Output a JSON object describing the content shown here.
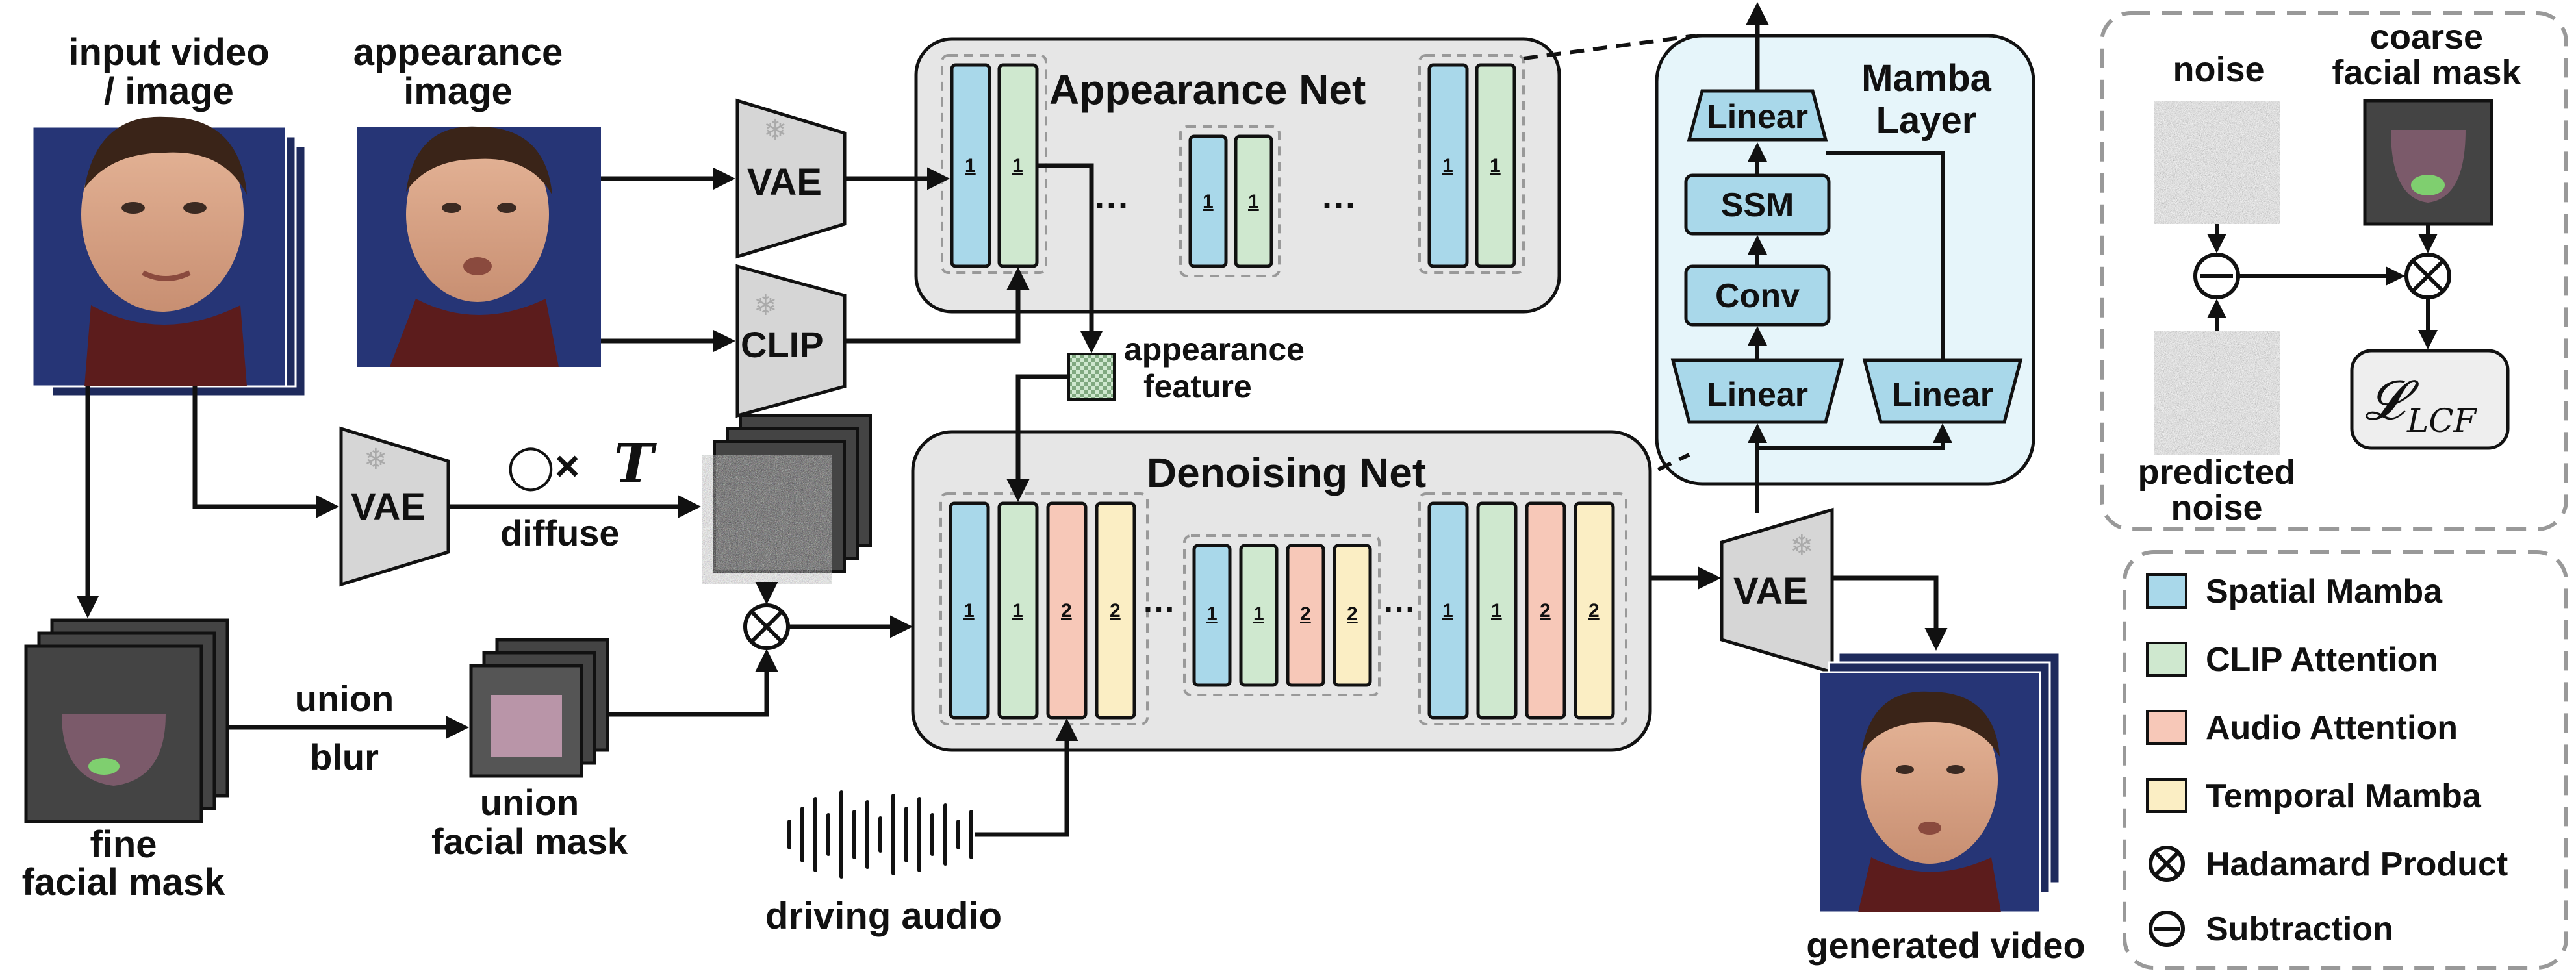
{
  "labels": {
    "input_video": [
      "input video",
      "/ image"
    ],
    "appearance_image": [
      "appearance",
      "image"
    ],
    "vae": "VAE",
    "clip": "CLIP",
    "appearance_net": "Appearance Net",
    "denoising_net": "Denoising Net",
    "mamba_layer": [
      "Mamba",
      "Layer"
    ],
    "linear": "Linear",
    "ssm": "SSM",
    "conv": "Conv",
    "appearance_feature": [
      "appearance",
      "feature"
    ],
    "diffuse_symbol": "◯×",
    "diffuse_T": "T",
    "diffuse": "diffuse",
    "fine_mask": [
      "fine",
      "facial mask"
    ],
    "union": "union",
    "blur": "blur",
    "union_mask": [
      "union",
      "facial mask"
    ],
    "driving_audio": "driving audio",
    "generated_video": "generated video",
    "noise": "noise",
    "coarse_mask": [
      "coarse",
      "facial mask"
    ],
    "predicted_noise": [
      "predicted",
      "noise"
    ],
    "lcf": "𝓛",
    "lcf_sub": "LCF",
    "ellipsis": "···",
    "block_one": "1",
    "block_two": "2"
  },
  "legend": [
    {
      "label": "Spatial Mamba",
      "color": "#a9d8ea"
    },
    {
      "label": "CLIP Attention",
      "color": "#cfe8cf"
    },
    {
      "label": "Audio Attention",
      "color": "#f7c8b8"
    },
    {
      "label": "Temporal Mamba",
      "color": "#fbeec4"
    },
    {
      "label": "Hadamard Product",
      "symbol": "⊗"
    },
    {
      "label": "Subtraction",
      "symbol": "⊖"
    }
  ],
  "colors": {
    "spatial_mamba": "#a9d8ea",
    "clip_attention": "#cfe8cf",
    "audio_attention": "#f7c8b8",
    "temporal_mamba": "#fbeec4",
    "net_bg": "#e6e6e6",
    "mamba_bg": "#e6f5fa",
    "module_gray": "#d6d6d6"
  }
}
